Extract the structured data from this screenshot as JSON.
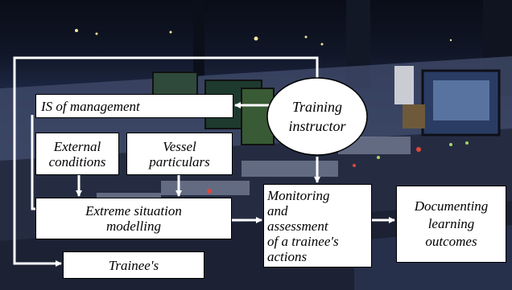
{
  "diagram": {
    "nodes": {
      "training_instructor": "Training\ninstructor",
      "is_of_management": "IS of management",
      "external_conditions": "External\nconditions",
      "vessel_particulars": "Vessel\nparticulars",
      "extreme_situation_modelling": "Extreme situation\nmodelling",
      "monitoring_assessment": "Monitoring\nand\nassessment\nof a trainee's\nactions",
      "documenting_outcomes": "Documenting\nlearning\noutcomes",
      "trainees": "Trainee's"
    },
    "colors": {
      "box_fill": "#ffffff",
      "connector": "#ffffff",
      "border": "#000000"
    }
  }
}
